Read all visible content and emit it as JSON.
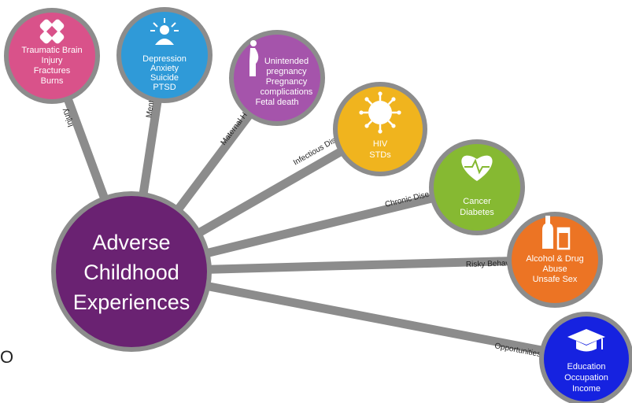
{
  "hub": {
    "lines": [
      "Adverse",
      "Childhood",
      "Experiences"
    ],
    "color": "#6a2272"
  },
  "spokes": [
    {
      "id": "injury",
      "label": "Injury",
      "color": "#d9528a",
      "lines": [
        "Traumatic Brain",
        "Injury",
        "Fractures",
        "Burns"
      ],
      "icon": "bandage-icon"
    },
    {
      "id": "mental-health",
      "label": "Mental Health",
      "color": "#2f9ad8",
      "lines": [
        "Depression",
        "Anxiety",
        "Suicide",
        "PTSD"
      ],
      "icon": "person-icon"
    },
    {
      "id": "maternal-health",
      "label": "Maternal Health",
      "color": "#a554ab",
      "lines": [
        "Unintended",
        "pregnancy",
        "Pregnancy",
        "complications",
        "Fetal death"
      ],
      "icon": "pregnant-woman-icon"
    },
    {
      "id": "infectious-disease",
      "label": "Infectious Disease",
      "color": "#f0b41e",
      "lines": [
        "HIV",
        "STDs"
      ],
      "icon": "virus-icon"
    },
    {
      "id": "chronic-disease",
      "label": "Chronic Disease",
      "color": "#86b932",
      "lines": [
        "Cancer",
        "Diabetes"
      ],
      "icon": "heartbeat-icon"
    },
    {
      "id": "risky-behaviors",
      "label": "Risky Behaviors",
      "color": "#ec7424",
      "lines": [
        "Alcohol & Drug",
        "Abuse",
        "Unsafe Sex"
      ],
      "icon": "bottle-glass-icon"
    },
    {
      "id": "opportunities",
      "label": "Opportunities",
      "color": "#1622e0",
      "lines": [
        "Education",
        "Occupation",
        "Income"
      ],
      "icon": "graduation-cap-icon"
    }
  ],
  "stray_text": "O"
}
